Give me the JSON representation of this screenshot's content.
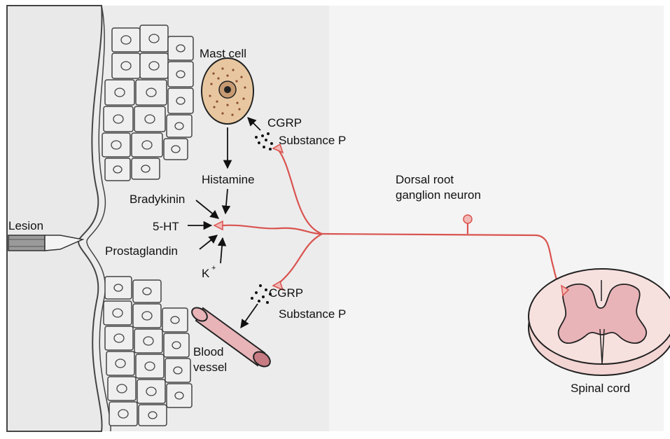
{
  "labels": {
    "mast_cell": "Mast cell",
    "cgrp_top": "CGRP",
    "substance_p_top": "Substance P",
    "histamine": "Histamine",
    "bradykinin": "Bradykinin",
    "lesion": "Lesion",
    "five_ht": "5-HT",
    "prostaglandin": "Prostaglandin",
    "k_plus": "K",
    "k_plus_sup": "+",
    "cgrp_bottom": "CGRP",
    "substance_p_bottom": "Substance P",
    "blood": "Blood",
    "vessel": "vessel",
    "dorsal_root_line1": "Dorsal root",
    "dorsal_root_line2": "ganglion neuron",
    "spinal_cord": "Spinal cord"
  },
  "colors": {
    "nerve": "#d9534f",
    "mast_cell_fill": "#e8c7a0",
    "spinal_cord_fill": "#f3d5d3",
    "blood_vessel_fill": "#e8b4b8",
    "tissue_panel": "#e6e6e6"
  }
}
